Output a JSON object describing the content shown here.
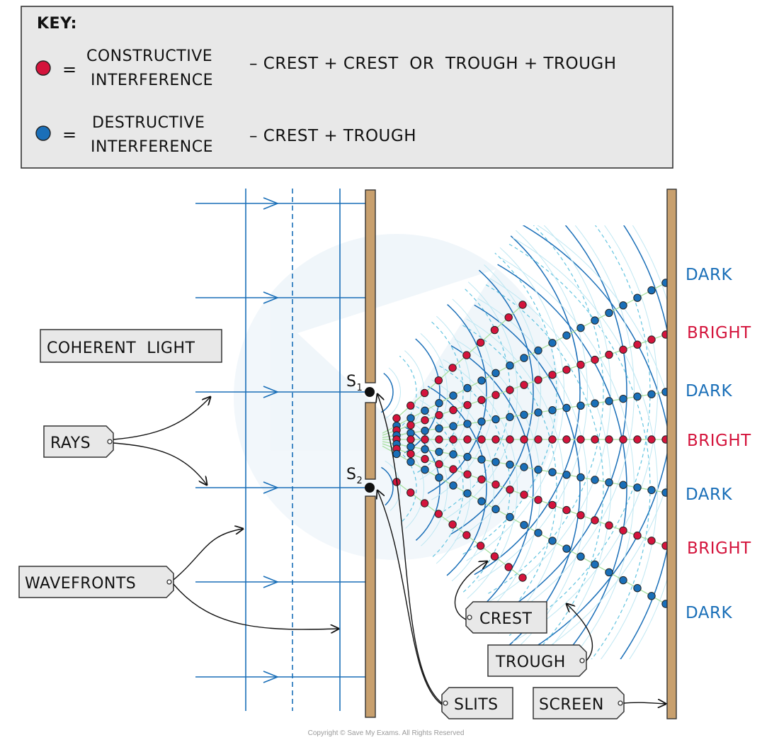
{
  "key": {
    "title": "KEY:",
    "constructive": {
      "symbol": "=",
      "term_line1": "CONSTRUCTIVE",
      "term_line2": "INTERFERENCE",
      "desc": "– CREST + CREST  OR  TROUGH + TROUGH",
      "color": "#d4143c"
    },
    "destructive": {
      "symbol": "=",
      "term_line1": "DESTRUCTIVE",
      "term_line2": "INTERFERENCE",
      "desc": "– CREST + TROUGH",
      "color": "#1a6fb8"
    }
  },
  "labels": {
    "coherent_light": "COHERENT  LIGHT",
    "rays": "RAYS",
    "wavefronts": "WAVEFRONTS",
    "crest": "CREST",
    "trough": "TROUGH",
    "slits": "SLITS",
    "screen": "SCREEN",
    "s1_main": "S",
    "s1_sub": "1",
    "s2_main": "S",
    "s2_sub": "2"
  },
  "fringes": [
    {
      "label": "DARK",
      "type": "dark"
    },
    {
      "label": "BRIGHT",
      "type": "bright"
    },
    {
      "label": "DARK",
      "type": "dark"
    },
    {
      "label": "BRIGHT",
      "type": "bright"
    },
    {
      "label": "DARK",
      "type": "dark"
    },
    {
      "label": "BRIGHT",
      "type": "bright"
    },
    {
      "label": "DARK",
      "type": "dark"
    }
  ],
  "colors": {
    "bright": "#d4143c",
    "dark": "#1a6fb8",
    "ray": "#1a6fb8",
    "barrier": "#c8a06e",
    "key_bg": "#e8e8e8"
  },
  "copyright": "Copyright © Save My Exams. All Rights Reserved"
}
